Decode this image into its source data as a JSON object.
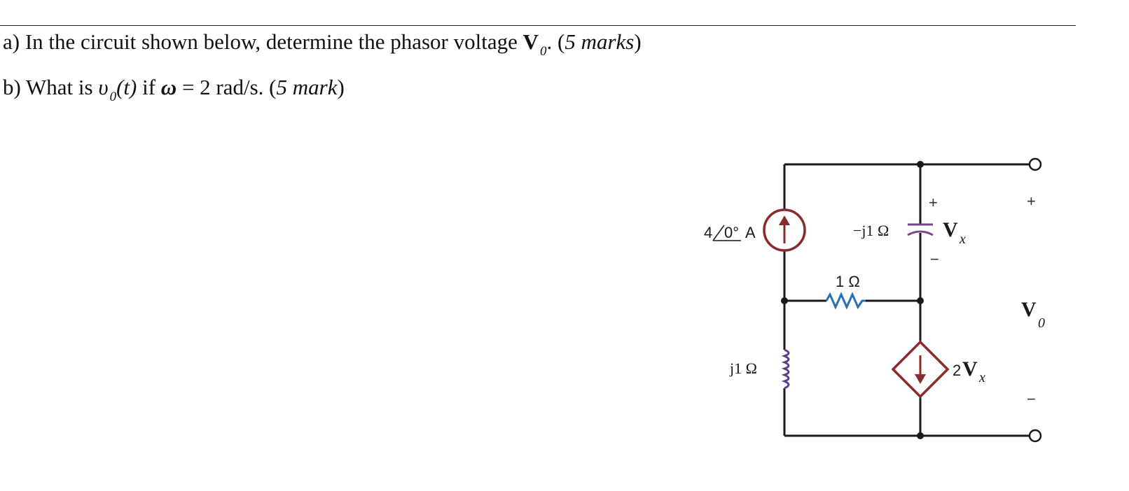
{
  "question_a": {
    "prefix": "a) In the circuit shown below, determine the phasor voltage ",
    "symbol": "V",
    "subscript": "0",
    "suffix": ". (",
    "marks": "5 marks",
    "close": ")"
  },
  "question_b": {
    "prefix": "b) What is ",
    "fn": "υ",
    "subscript": "0",
    "arg": "(t)",
    "mid": " if ",
    "omega": "ω",
    "value": " = 2  rad/s. (",
    "marks": "5 mark",
    "close": ")"
  },
  "circuit": {
    "current_source": {
      "magnitude": "4",
      "angle": "0°",
      "unit": "A"
    },
    "capacitor": {
      "label": "−j1 Ω",
      "plus": "+",
      "minus": "−"
    },
    "vx": {
      "symbol": "V",
      "subscript": "x"
    },
    "resistor": {
      "label": "1 Ω"
    },
    "inductor": {
      "label": "j1 Ω"
    },
    "dependent_source": {
      "coef": "2",
      "symbol": "V",
      "subscript": "x"
    },
    "output": {
      "symbol": "V",
      "subscript": "0",
      "plus": "+",
      "minus": "−"
    },
    "colors": {
      "wire": "#1a1a1a",
      "source": "#8b2a2a",
      "capacitor": "#7a4a8c",
      "resistor": "#2a6fb0",
      "inductor": "#5a3c8c"
    }
  }
}
